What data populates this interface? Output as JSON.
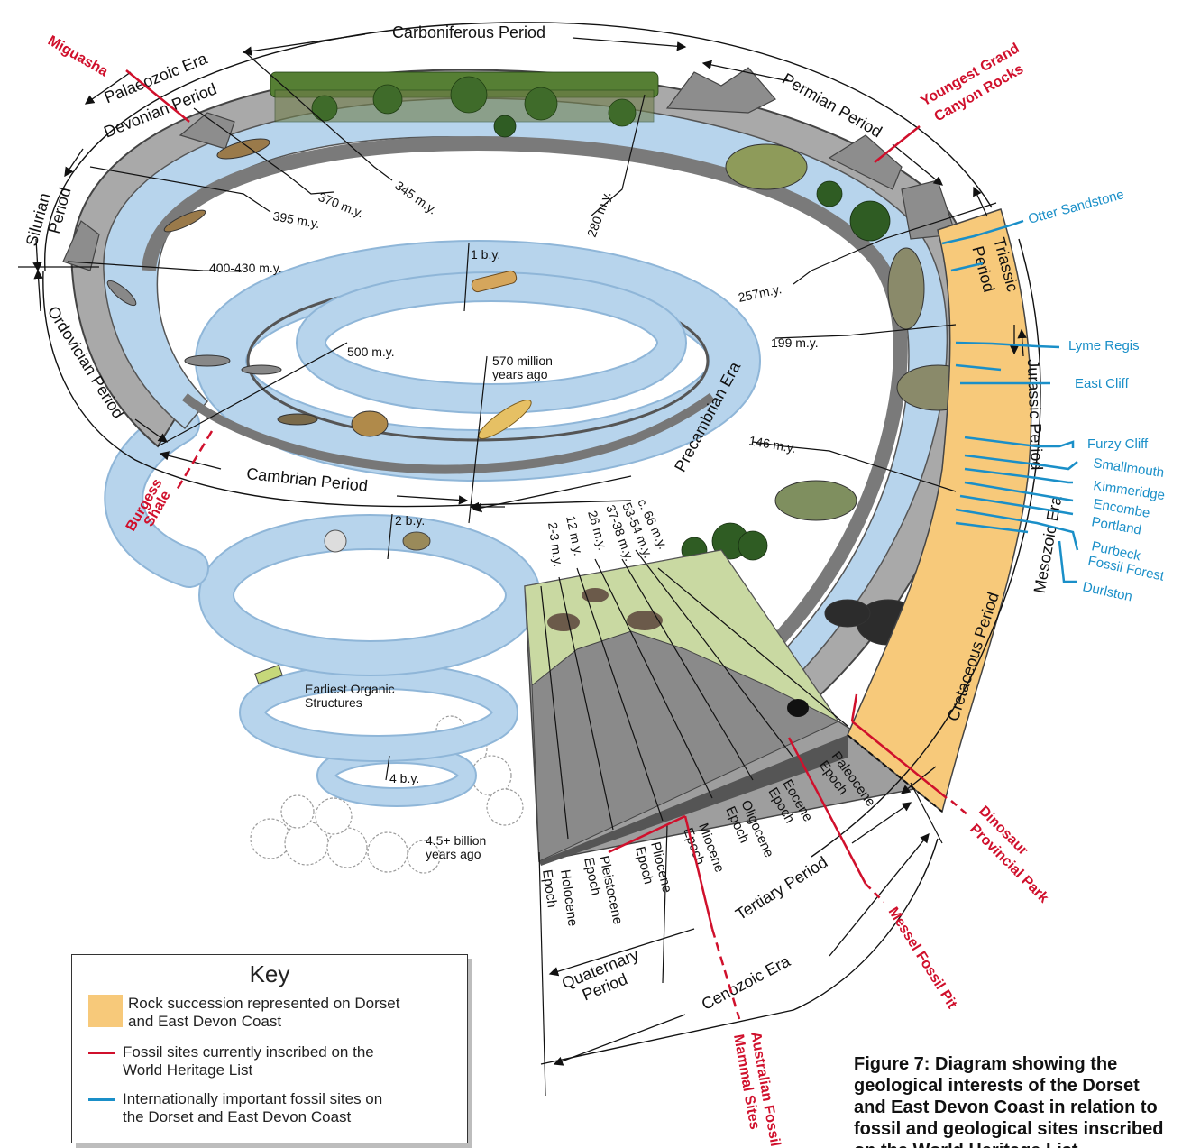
{
  "eras": {
    "palaeozoic": "Palaeozoic Era",
    "mesozoic": "Mesozoic Era",
    "cenozoic": "Cenozoic Era",
    "precambrian": "Precambrian Era"
  },
  "periods": {
    "carboniferous": "Carboniferous Period",
    "devonian": "Devonian Period",
    "silurian_1": "Silurian",
    "silurian_2": "Period",
    "ordovician": "Ordovician Period",
    "cambrian": "Cambrian Period",
    "permian": "Permian Period",
    "triassic_1": "Triassic",
    "triassic_2": "Period",
    "jurassic": "Jurassic Period",
    "cretaceous": "Cretaceous Period",
    "tertiary": "Tertiary Period",
    "quaternary_1": "Quaternary",
    "quaternary_2": "Period"
  },
  "epochs": {
    "holocene": "Holocene",
    "pleistocene": "Pleistocene",
    "pliocene": "Pliocene",
    "miocene": "Miocene",
    "oligocene": "Oligocene",
    "eocene": "Eocene",
    "paleocene": "Paleocene",
    "word": "Epoch"
  },
  "ages": {
    "a345": "345 m.y.",
    "a370": "370 m.y.",
    "a395": "395 m.y.",
    "a400": "400-430 m.y.",
    "a280": "280 m.y.",
    "a257": "257m.y.",
    "a199": "199 m.y.",
    "a146": "146 m.y.",
    "a500": "500 m.y.",
    "a1by": "1 b.y.",
    "a570_1": "570 million",
    "a570_2": "years ago",
    "a2by": "2 b.y.",
    "a4by": "4 b.y.",
    "a45_1": "4.5+ billion",
    "a45_2": "years ago",
    "c66": "c. 66 m.y.",
    "c5354": "53-54 m.y.",
    "c3738": "37-38 m.y.",
    "c26": "26 m.y.",
    "c12": "12 m.y.",
    "c23": "2-3 m.y."
  },
  "organic_1": "Earliest Organic",
  "organic_2": "Structures",
  "red_sites": {
    "miguasha": "Miguasha",
    "grand_1": "Youngest Grand",
    "grand_2": "Canyon Rocks",
    "burgess_1": "Burgess",
    "burgess_2": "Shale",
    "dinosaur_1": "Dinosaur",
    "dinosaur_2": "Provincial Park",
    "messel": "Messel Fossil Pit",
    "australian_1": "Australian Fossil",
    "australian_2": "Mammal Sites"
  },
  "blue_sites": {
    "otter": "Otter Sandstone",
    "lyme": "Lyme Regis",
    "east_cliff": "East Cliff",
    "furzy": "Furzy Cliff",
    "smallmouth": "Smallmouth",
    "kimmeridge": "Kimmeridge",
    "encombe": "Encombe",
    "portland": "Portland",
    "purbeck_1": "Purbeck",
    "purbeck_2": "Fossil Forest",
    "durlston": "Durlston"
  },
  "key": {
    "title": "Key",
    "rock_1": "Rock succession represented on Dorset",
    "rock_2": "and East Devon Coast",
    "red_1": "Fossil sites currently inscribed on the",
    "red_2": "World Heritage List",
    "blue_1": "Internationally important fossil sites on",
    "blue_2": "the Dorset and East Devon Coast"
  },
  "caption": {
    "line1": "Figure 7: Diagram showing the",
    "line2": "geological interests of the Dorset",
    "line3": "and East Devon Coast in relation to",
    "line4": "fossil and geological sites inscribed",
    "line5": "on the World Heritage List"
  },
  "colors": {
    "water": "#b7d4ec",
    "rock": "#a9a9a9",
    "dorset": "#f7c97a",
    "red_site": "#d0102c",
    "blue_site": "#1a8fc8"
  }
}
